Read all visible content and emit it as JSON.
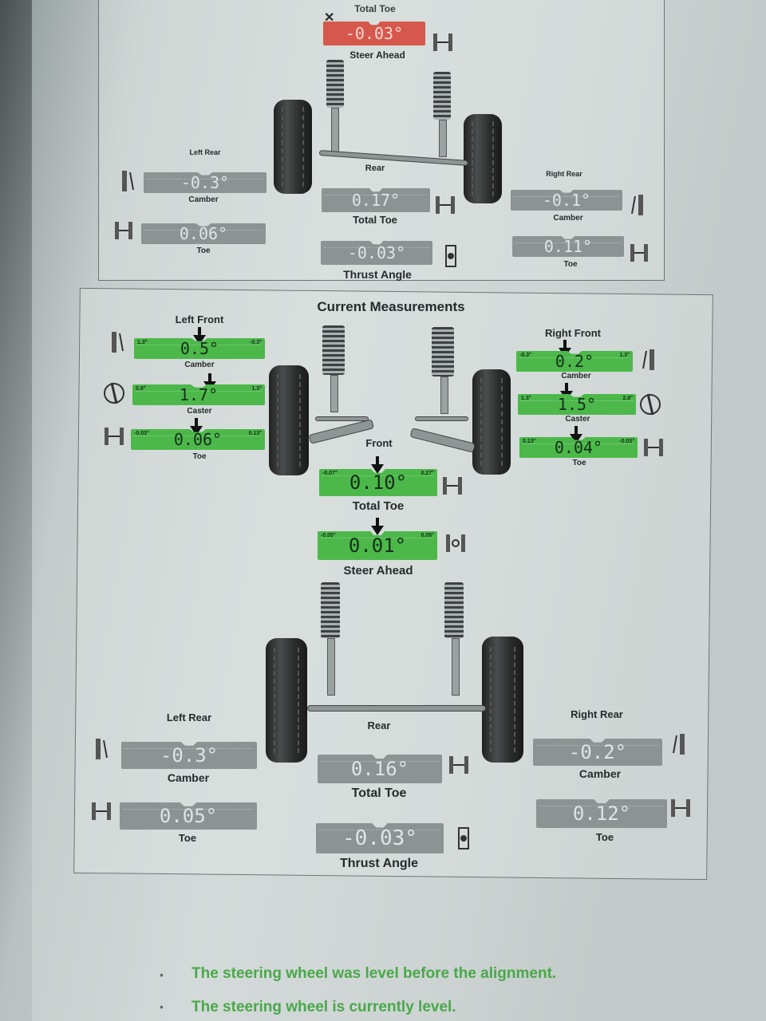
{
  "top_panel": {
    "front_total_toe_label": "Total Toe",
    "steer_ahead": {
      "value": "-0.03°",
      "label": "Steer Ahead"
    },
    "rear_label": "Rear",
    "left_rear": {
      "title": "Left Rear",
      "camber": "-0.3°",
      "camber_label": "Camber",
      "toe": "0.06°",
      "toe_label": "Toe"
    },
    "right_rear": {
      "title": "Right Rear",
      "camber": "-0.1°",
      "camber_label": "Camber",
      "toe": "0.11°",
      "toe_label": "Toe"
    },
    "total_toe": {
      "value": "0.17°",
      "label": "Total Toe"
    },
    "thrust_angle": {
      "value": "-0.03°",
      "label": "Thrust Angle"
    }
  },
  "current": {
    "title": "Current Measurements",
    "left_front": {
      "title": "Left Front",
      "camber": {
        "value": "0.5°",
        "label": "Camber",
        "min": "1.3°",
        "max": "-0.3°"
      },
      "caster": {
        "value": "1.7°",
        "label": "Caster",
        "min": "0.8°",
        "max": "1.3°"
      },
      "toe": {
        "value": "0.06°",
        "label": "Toe",
        "min": "-0.03°",
        "max": "0.13°"
      }
    },
    "right_front": {
      "title": "Right Front",
      "camber": {
        "value": "0.2°",
        "label": "Camber",
        "min": "-0.3°",
        "max": "1.3°"
      },
      "caster": {
        "value": "1.5°",
        "label": "Caster",
        "min": "1.3°",
        "max": "2.8°"
      },
      "toe": {
        "value": "0.04°",
        "label": "Toe",
        "min": "0.13°",
        "max": "-0.03°"
      }
    },
    "front_label": "Front",
    "total_toe": {
      "value": "0.10°",
      "label": "Total Toe",
      "min": "-0.07°",
      "max": "0.27°"
    },
    "steer_ahead": {
      "value": "0.01°",
      "label": "Steer Ahead",
      "min": "-0.05°",
      "max": "0.05°"
    },
    "rear_label": "Rear",
    "left_rear": {
      "title": "Left Rear",
      "camber": "-0.3°",
      "camber_label": "Camber",
      "toe": "0.05°",
      "toe_label": "Toe"
    },
    "right_rear": {
      "title": "Right Rear",
      "camber": "-0.2°",
      "camber_label": "Camber",
      "toe": "0.12°",
      "toe_label": "Toe"
    },
    "rear_total_toe": {
      "value": "0.16°",
      "label": "Total Toe"
    },
    "thrust_angle": {
      "value": "-0.03°",
      "label": "Thrust Angle"
    }
  },
  "notes": [
    "The steering wheel was level before the alignment.",
    "The steering wheel is currently level."
  ],
  "colors": {
    "in_spec": "#4cb84a",
    "out_of_spec": "#d6584c",
    "no_spec": "#8c9393"
  },
  "icons": [
    "camber-icon",
    "caster-icon",
    "toe-icon",
    "total-toe-icon",
    "thrust-angle-icon",
    "steer-ahead-icon"
  ]
}
